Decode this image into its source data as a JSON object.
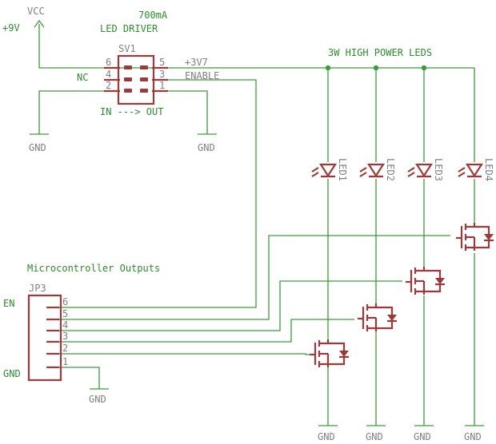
{
  "labels": {
    "plus9v": "+9V",
    "vcc": "VCC",
    "current": "700mA",
    "driver": "LED DRIVER",
    "sv1": "SV1",
    "nc": "NC",
    "v37": "+3V7",
    "enable": "ENABLE",
    "in_out": "IN ---> OUT",
    "gnd": "GND",
    "leds_title": "3W HIGH POWER LEDS",
    "mcu_title": "Microcontroller Outputs",
    "jp3": "JP3",
    "en": "EN"
  },
  "sv1_pins": [
    "6",
    "4",
    "2",
    "5",
    "3",
    "1"
  ],
  "jp3_pins": [
    "6",
    "5",
    "4",
    "3",
    "2",
    "1"
  ],
  "leds": [
    "LED1",
    "LED2",
    "LED3",
    "LED4"
  ],
  "colors": {
    "wire": "#3c9a3c",
    "part": "#9b3a3a",
    "label": "#808080",
    "background": "#ffffff"
  }
}
